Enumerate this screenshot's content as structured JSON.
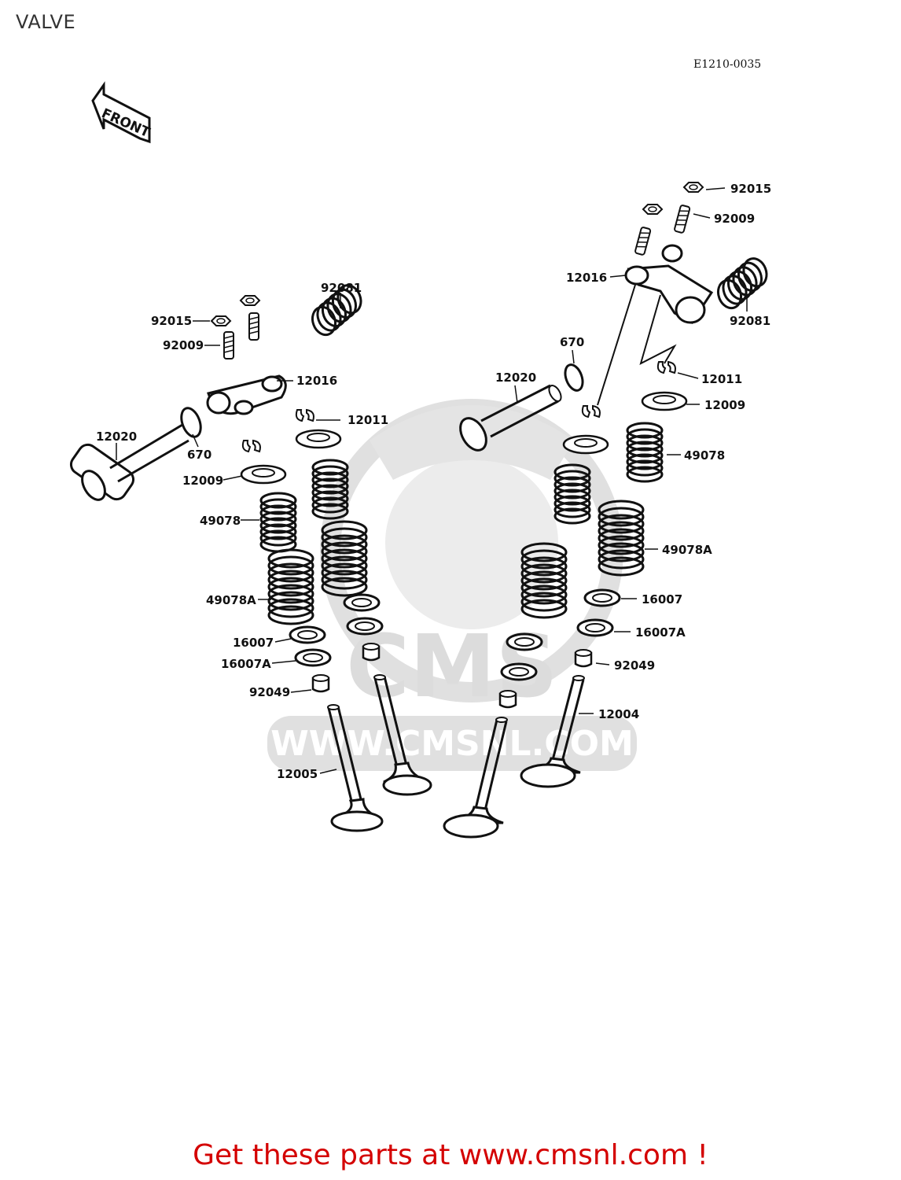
{
  "page": {
    "title": "VALVE",
    "diagram_code": "E1210-0035",
    "front_marker": "FRONT",
    "watermark_brand": "CMS",
    "watermark_url": "WWW.CMSNL.COM",
    "promo_text": "Get these parts at www.cmsnl.com !"
  },
  "colors": {
    "line": "#111111",
    "watermark": "#d8d8d8",
    "promo": "#d40000"
  },
  "icons": [
    "front-arrow-icon",
    "cms-mascot-watermark-icon"
  ],
  "parts": [
    {
      "id": "l-92081",
      "number": "92081"
    },
    {
      "id": "l-92015",
      "number": "92015"
    },
    {
      "id": "l-92009",
      "number": "92009"
    },
    {
      "id": "l-12016",
      "number": "12016"
    },
    {
      "id": "l-12011",
      "number": "12011"
    },
    {
      "id": "l-12020",
      "number": "12020"
    },
    {
      "id": "l-670",
      "number": "670"
    },
    {
      "id": "l-12009",
      "number": "12009"
    },
    {
      "id": "l-49078",
      "number": "49078"
    },
    {
      "id": "l-49078A",
      "number": "49078A"
    },
    {
      "id": "l-16007",
      "number": "16007"
    },
    {
      "id": "l-16007A",
      "number": "16007A"
    },
    {
      "id": "l-92049",
      "number": "92049"
    },
    {
      "id": "l-12005",
      "number": "12005"
    },
    {
      "id": "r-92015",
      "number": "92015"
    },
    {
      "id": "r-92009",
      "number": "92009"
    },
    {
      "id": "r-12016",
      "number": "12016"
    },
    {
      "id": "r-92081",
      "number": "92081"
    },
    {
      "id": "r-670",
      "number": "670"
    },
    {
      "id": "r-12020",
      "number": "12020"
    },
    {
      "id": "r-12011",
      "number": "12011"
    },
    {
      "id": "r-12009",
      "number": "12009"
    },
    {
      "id": "r-49078",
      "number": "49078"
    },
    {
      "id": "r-49078A",
      "number": "49078A"
    },
    {
      "id": "r-16007",
      "number": "16007"
    },
    {
      "id": "r-16007A",
      "number": "16007A"
    },
    {
      "id": "r-92049",
      "number": "92049"
    },
    {
      "id": "r-12004",
      "number": "12004"
    }
  ]
}
